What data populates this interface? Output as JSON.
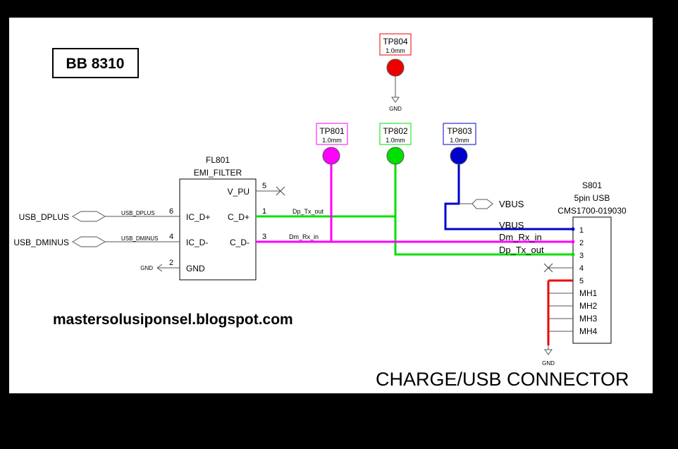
{
  "title_box": "BB 8310",
  "website": "mastersolusiponsel.blogspot.com",
  "section_title": "CHARGE/USB CONNECTOR",
  "colors": {
    "magenta": "#ff00ff",
    "green": "#00e000",
    "blue": "#0000cc",
    "red": "#ee0000"
  },
  "filter": {
    "ref": "FL801",
    "name": "EMI_FILTER",
    "pins_left": [
      {
        "num": "6",
        "label": "IC_D+"
      },
      {
        "num": "4",
        "label": "IC_D-"
      },
      {
        "num": "2",
        "label": "GND"
      }
    ],
    "pins_right": [
      {
        "num": "5",
        "label": "V_PU"
      },
      {
        "num": "1",
        "label": "C_D+"
      },
      {
        "num": "3",
        "label": "C_D-"
      }
    ]
  },
  "ports": {
    "dplus": "USB_DPLUS",
    "dminus": "USB_DMINUS",
    "dplus_net": "USB_DPLUS",
    "dminus_net": "USB_DMINUS",
    "gnd": "GND"
  },
  "nets": {
    "dp_tx_out": "Dp_Tx_out",
    "dm_rx_in": "Dm_Rx_in",
    "vbus_label": "VBUS",
    "vbus_port": "VBUS",
    "dm_rx_in_conn": "Dm_Rx_in",
    "dp_tx_out_conn": "Dp_Tx_out"
  },
  "testpoints": [
    {
      "name": "TP801",
      "size": "1.0mm",
      "color": "#ff00ff"
    },
    {
      "name": "TP802",
      "size": "1.0mm",
      "color": "#00e000"
    },
    {
      "name": "TP803",
      "size": "1.0mm",
      "color": "#0000cc"
    },
    {
      "name": "TP804",
      "size": "1.0mm",
      "color": "#ee0000"
    }
  ],
  "tp804_gnd": "GND",
  "connector": {
    "ref": "S801",
    "type": "5pin USB",
    "part": "CMS1700-019030",
    "pins": [
      "1",
      "2",
      "3",
      "4",
      "5",
      "MH1",
      "MH2",
      "MH3",
      "MH4"
    ],
    "gnd": "GND"
  }
}
